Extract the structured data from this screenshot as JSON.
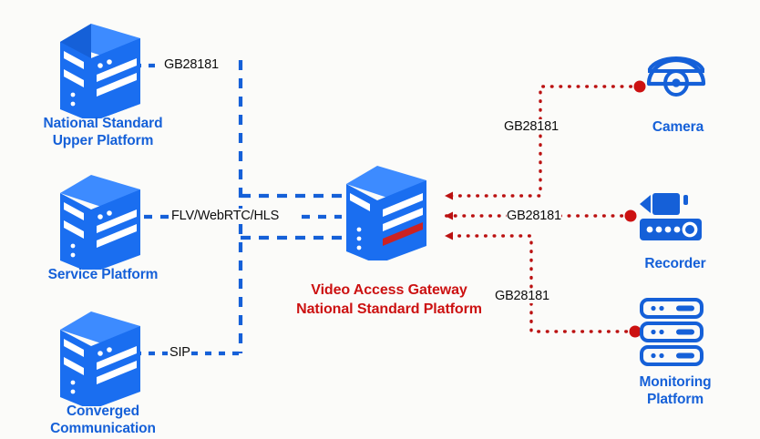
{
  "diagram": {
    "title": "Video Access Gateway National Standard Platform architecture",
    "background_color": "#fbfbf9",
    "colors": {
      "node_label_blue": "#1560d8",
      "gateway_label_red": "#cc1111",
      "blue_link": "#1560d8",
      "red_link": "#bb1111",
      "server_front": "#1a6ef0",
      "server_side": "#1560d8",
      "server_top": "#3d8bff",
      "stripe_white": "#ffffff",
      "stripe_red": "#cc2222",
      "wire_label_text": "#0e0e0e"
    }
  },
  "left_nodes": [
    {
      "id": "national-standard-upper-platform",
      "icon": "server-tower-icon",
      "label": "National Standard\nUpper Platform",
      "protocol": "GB28181"
    },
    {
      "id": "service-platform",
      "icon": "server-tower-icon",
      "label": "Service Platform",
      "protocol": "FLV/WebRTC/HLS"
    },
    {
      "id": "converged-communication",
      "icon": "server-tower-icon",
      "label": "Converged\nCommunication",
      "protocol": "SIP"
    }
  ],
  "center_node": {
    "id": "video-access-gateway",
    "icon": "server-tower-gateway-icon",
    "label": "Video Access Gateway\nNational Standard Platform"
  },
  "right_nodes": [
    {
      "id": "camera",
      "icon": "dome-camera-icon",
      "label": "Camera",
      "protocol": "GB28181"
    },
    {
      "id": "recorder",
      "icon": "video-recorder-icon",
      "label": "Recorder",
      "protocol": "GB28181"
    },
    {
      "id": "monitoring-platform",
      "icon": "rack-servers-icon",
      "label": "Monitoring\nPlatform",
      "protocol": "GB28181"
    }
  ],
  "link_labels": {
    "gb28181_top_left": "GB28181",
    "flv_webrtc_hls": "FLV/WebRTC/HLS",
    "sip": "SIP",
    "gb28181_camera": "GB28181",
    "gb28181_recorder": "GB28181",
    "gb28181_monitoring": "GB28181"
  }
}
